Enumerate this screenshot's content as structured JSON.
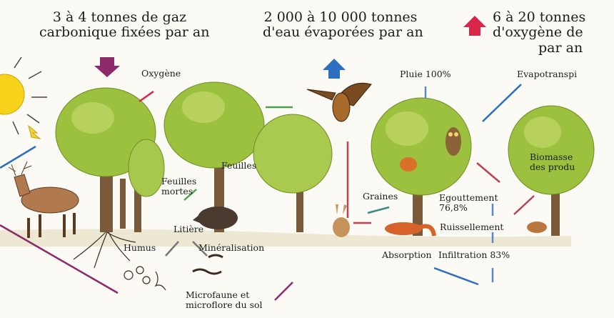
{
  "headings": {
    "co2": [
      "3 à 4 tonnes de gaz",
      "carbonique fixées par an"
    ],
    "water": [
      "2 000 à 10 000 tonnes",
      "d'eau évaporées  par an"
    ],
    "oxygen": [
      "6 à 20 tonnes",
      "d'oxygène de",
      "par an"
    ]
  },
  "labels": {
    "oxygene": "Oxygène",
    "pluie": "Pluie 100%",
    "evapotranspiration": "Evapotranspi",
    "feuilles_mortes": [
      "Feuilles",
      "mortes"
    ],
    "feuilles": "Feuilles",
    "litiere": "Litière",
    "humus": "Humus",
    "mineralisation": "Minéralisation",
    "microfaune": [
      "Microfaune et",
      "microflore du sol"
    ],
    "graines": "Graines",
    "egouttement": [
      "Egouttement",
      "76,8%"
    ],
    "ruissellement": "Ruissellement",
    "absorption": "Absorption",
    "infiltration": "Infiltration  83%",
    "biomasse": [
      "Biomasse",
      "des produ"
    ]
  },
  "colors": {
    "co2_arrow": "#8e2a6b",
    "water_arrow": "#2c6fc0",
    "oxygen_arrow": "#d9264a",
    "sun": "#f7d21a",
    "foliage": "#9cc13e",
    "trunk": "#7a5a3a"
  }
}
